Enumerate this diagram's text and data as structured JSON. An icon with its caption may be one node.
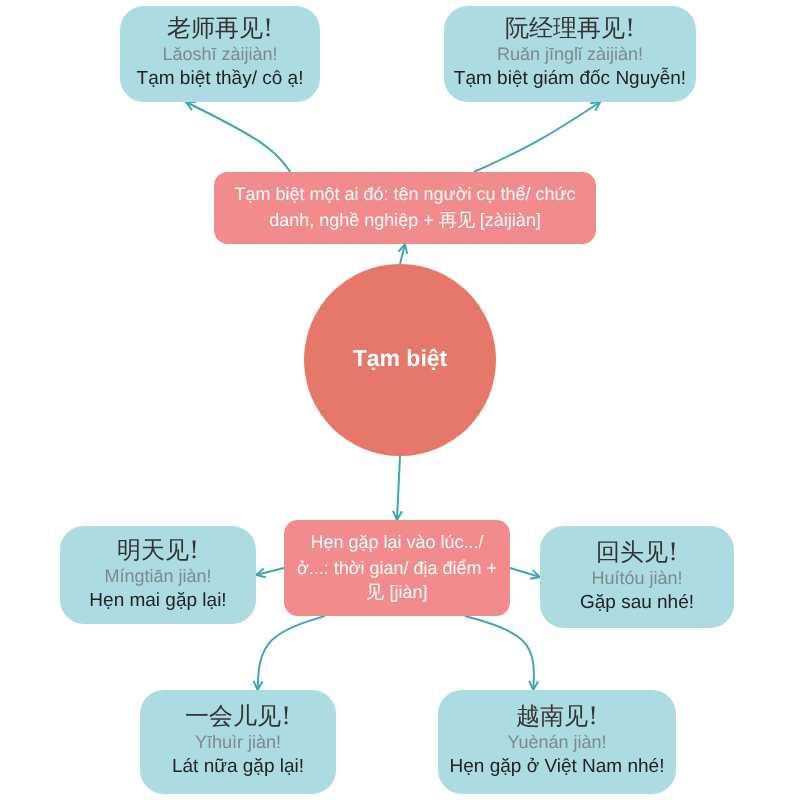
{
  "diagram": {
    "nodes": [
      {
        "text": [
          "老师再见!",
          "Lǎoshī zàijiàn!",
          "Tạm biệt thầy/ cô ạ!"
        ]
      },
      {
        "text": [
          "阮经理再见!",
          "Ruǎn jīnglǐ zàijiàn!",
          "Tạm biệt giám đốc Nguyễn!"
        ]
      },
      {
        "text": [
          "Tạm biệt một ai đó: tên người cụ thể/ chức danh, nghề nghiệp + 再见 [zàijiàn]"
        ]
      },
      {
        "text": [
          "Tạm biệt"
        ]
      },
      {
        "text": [
          "Hẹn gặp lại vào lúc.../ ở...: thời gian/ địa điểm + 见 [jiàn]"
        ]
      },
      {
        "text": [
          "明天见!",
          "Míngtiān jiàn!",
          "Hẹn mai gặp lại!"
        ]
      },
      {
        "text": [
          "回头见!",
          "Huítóu jiàn!",
          "Gặp sau nhé!"
        ]
      },
      {
        "text": [
          "一会儿见!",
          "Yīhuìr jiàn!",
          "Lát nữa gặp lại!"
        ]
      },
      {
        "text": [
          "越南见!",
          "Yuènán jiàn!",
          "Hẹn gặp ở Việt Nam nhé!"
        ]
      }
    ],
    "edges": [
      {
        "from": 3,
        "to": 2,
        "arrow": "to"
      },
      {
        "from": 2,
        "to": 0,
        "arrow": "to"
      },
      {
        "from": 2,
        "to": 1,
        "arrow": "to"
      },
      {
        "from": 3,
        "to": 4,
        "arrow": "to"
      },
      {
        "from": 4,
        "to": 5,
        "arrow": "to"
      },
      {
        "from": 4,
        "to": 6,
        "arrow": "to"
      },
      {
        "from": 4,
        "to": 7,
        "arrow": "to"
      },
      {
        "from": 4,
        "to": 8,
        "arrow": "to"
      }
    ]
  }
}
